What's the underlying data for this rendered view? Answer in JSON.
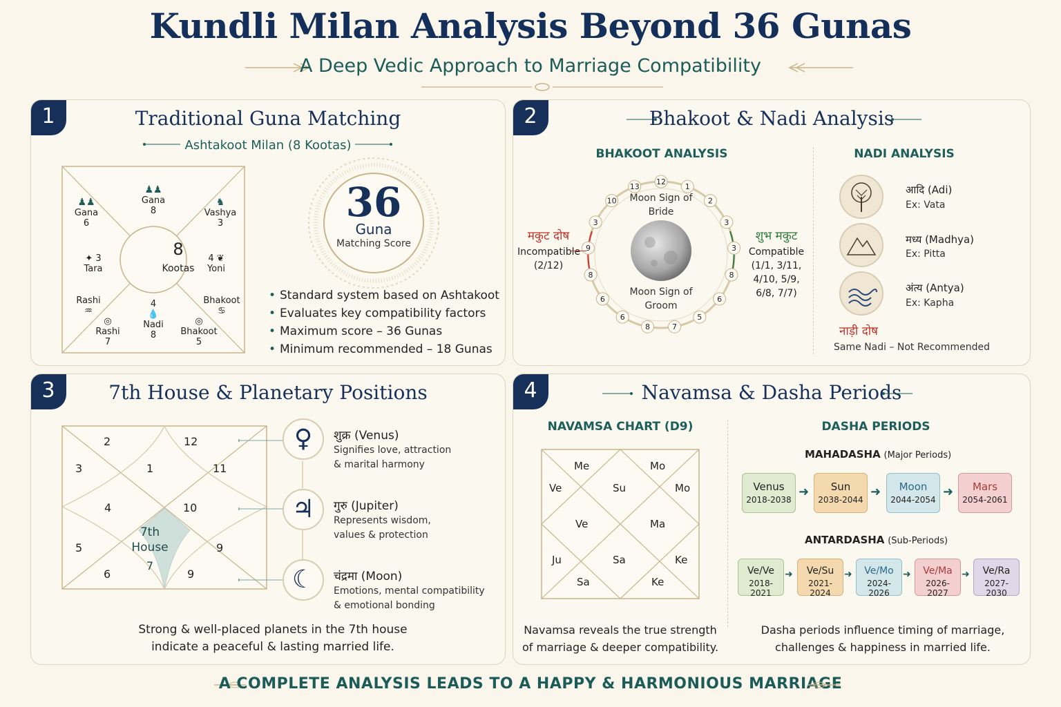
{
  "header": {
    "title": "Kundli Milan Analysis Beyond 36 Gunas",
    "subtitle": "A Deep Vedic Approach to Marriage Compatibility"
  },
  "panel1": {
    "number": "1",
    "title": "Traditional Guna Matching",
    "subtitle": "Ashtakoot Milan (8 Kootas)",
    "center_num": "8",
    "center_label": "Kootas",
    "kootas": [
      {
        "name": "Gana",
        "value": "6"
      },
      {
        "name": "Gana",
        "value": "8"
      },
      {
        "name": "Vashya",
        "value": "3"
      },
      {
        "name": "Tara",
        "value": "3"
      },
      {
        "name": "Yoni",
        "value": "4"
      },
      {
        "name": "Rashi",
        "value": ""
      },
      {
        "name": "Bhakoot",
        "value": ""
      },
      {
        "name": "Rashi",
        "value": "7"
      },
      {
        "name": "Nadi",
        "value": "8"
      },
      {
        "name": "Bhakoot",
        "value": "5"
      }
    ],
    "nadi_top_value": "4",
    "score": "36",
    "score_label": "Guna",
    "score_sub": "Matching Score",
    "bullets": [
      "Standard system based on Ashtakoot",
      "Evaluates key compatibility factors",
      "Maximum score – 36 Gunas",
      "Minimum recommended – 18 Gunas"
    ]
  },
  "panel2": {
    "number": "2",
    "title": "Bhakoot & Nadi Analysis",
    "bhakoot_heading": "BHAKOOT ANALYSIS",
    "nadi_heading": "NADI ANALYSIS",
    "moon_bride": "Moon Sign of Bride",
    "moon_groom": "Moon Sign of Groom",
    "ring_numbers": [
      "12",
      "1",
      "2",
      "3",
      "3",
      "8",
      "6",
      "5",
      "7",
      "8",
      "6",
      "6",
      "8",
      "9",
      "3",
      "10",
      "13"
    ],
    "left_label": "मकुट दोष",
    "left_desc": "Incompatible (2/12)",
    "right_label": "शुभ मकुट",
    "right_desc": "Compatible (1/1, 3/11, 4/10, 5/9, 6/8, 7/7)",
    "nadis": [
      {
        "name": "आदि (Adi)",
        "ex": "Ex: Vata",
        "icon": "tree-icon"
      },
      {
        "name": "मध्य (Madhya)",
        "ex": "Ex: Pitta",
        "icon": "mountain-icon"
      },
      {
        "name": "अंत्य (Antya)",
        "ex": "Ex: Kapha",
        "icon": "wave-icon"
      }
    ],
    "nadi_dosha": "नाड़ी दोष",
    "nadi_dosha_desc": "Same Nadi – Not Recommended"
  },
  "panel3": {
    "number": "3",
    "title": "7th House & Planetary Positions",
    "house_numbers": [
      "2",
      "12",
      "3",
      "1",
      "11",
      "4",
      "10",
      "5",
      "9",
      "6",
      "9"
    ],
    "seventh_label": "7th House",
    "seventh_num": "7",
    "planets": [
      {
        "symbol": "♀",
        "name": "शुक्र (Venus)",
        "desc1": "Signifies love, attraction",
        "desc2": "& marital harmony"
      },
      {
        "symbol": "♃",
        "name": "गुरु (Jupiter)",
        "desc1": "Represents wisdom,",
        "desc2": "values & protection"
      },
      {
        "symbol": "☾",
        "name": "चंद्रमा (Moon)",
        "desc1": "Emotions, mental compatibility",
        "desc2": "& emotional bonding"
      }
    ],
    "note1": "Strong & well-placed planets in the 7th house",
    "note2": "indicate a peaceful & lasting married life."
  },
  "panel4": {
    "number": "4",
    "title": "Navamsa & Dasha Periods",
    "navamsa_heading": "NAVAMSA CHART (D9)",
    "navamsa_cells": [
      "Me",
      "Mo",
      "Ve",
      "Su",
      "Mo",
      "Ve",
      "Ma",
      "Ju",
      "Sa",
      "Ke",
      "Sa",
      "Ke"
    ],
    "dasha_heading": "DASHA PERIODS",
    "maha_heading": "MAHADASHA",
    "maha_sub": "(Major Periods)",
    "mahadasha": [
      {
        "planet": "Venus",
        "period": "2018-2038"
      },
      {
        "planet": "Sun",
        "period": "2038-2044"
      },
      {
        "planet": "Moon",
        "period": "2044-2054"
      },
      {
        "planet": "Mars",
        "period": "2054-2061"
      }
    ],
    "antar_heading": "ANTARDASHA",
    "antar_sub": "(Sub-Periods)",
    "antardasha": [
      {
        "planet": "Ve/Ve",
        "period": "2018-2021"
      },
      {
        "planet": "Ve/Su",
        "period": "2021-2024"
      },
      {
        "planet": "Ve/Mo",
        "period": "2024-2026"
      },
      {
        "planet": "Ve/Ma",
        "period": "2026-2027"
      },
      {
        "planet": "Ve/Ra",
        "period": "2027-2030"
      }
    ],
    "nav_note1": "Navamsa reveals the true strength",
    "nav_note2": "of marriage & deeper compatibility.",
    "dasha_note1": "Dasha periods influence timing of marriage,",
    "dasha_note2": "challenges & happiness in married life."
  },
  "footer": "A COMPLETE ANALYSIS LEADS TO A HAPPY & HARMONIOUS MARRIAGE",
  "colors": {
    "navy": "#16305a",
    "teal": "#1d5e5a",
    "gold": "#c9b48a",
    "venus_bg": "#dfead0",
    "sun_bg": "#f3d9ad",
    "moon_bg": "#d3e6ea",
    "mars_bg": "#f4cfcf",
    "ra_bg": "#e0d8e8"
  }
}
